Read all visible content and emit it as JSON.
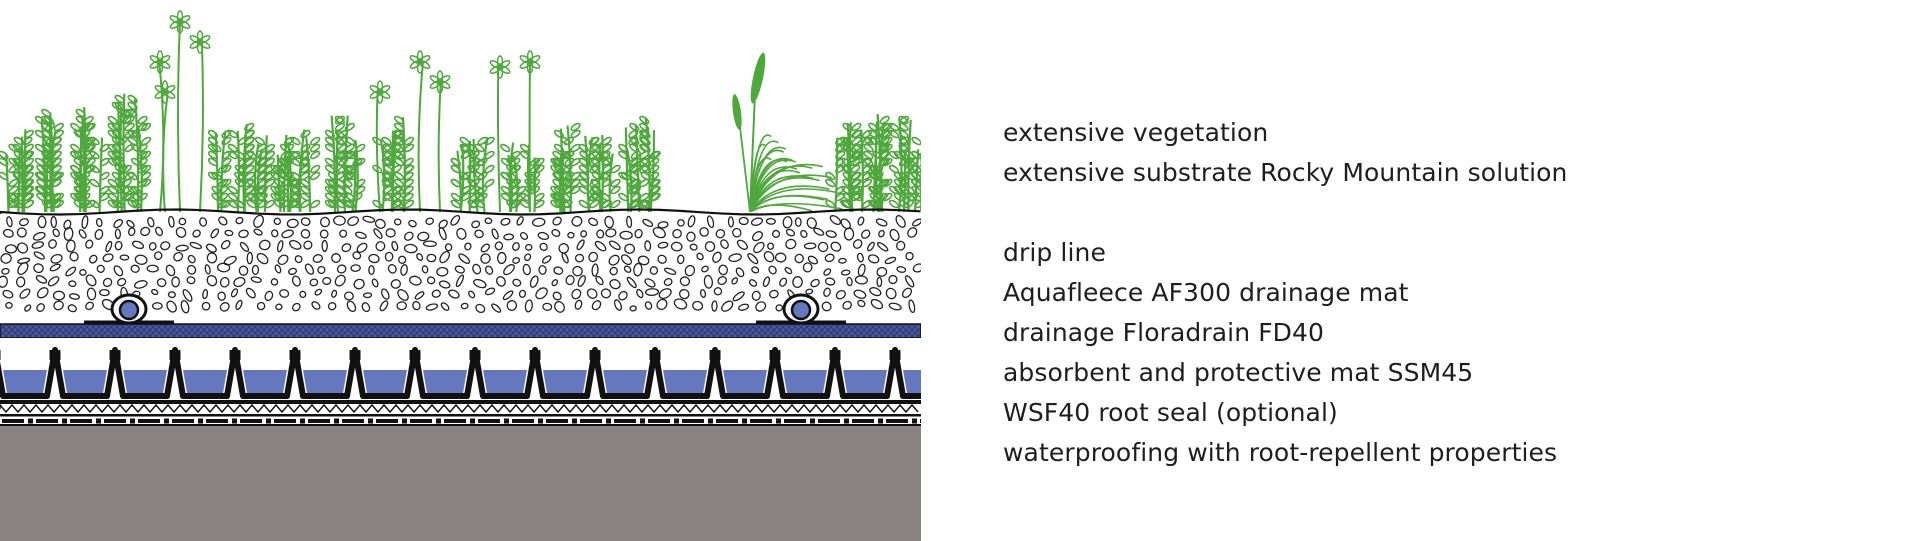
{
  "legend": {
    "items": [
      {
        "label": "extensive vegetation"
      },
      {
        "label": "extensive substrate Rocky Mountain solution"
      },
      {
        "label": ""
      },
      {
        "label": "drip line"
      },
      {
        "label": "Aquafleece AF300 drainage mat"
      },
      {
        "label": "drainage Floradrain FD40"
      },
      {
        "label": "absorbent and protective mat SSM45"
      },
      {
        "label": "WSF40 root seal (optional)"
      },
      {
        "label": "waterproofing with root-repellent properties"
      }
    ]
  },
  "colors": {
    "vegetation": "#4ea83c",
    "substrate_outline": "#222222",
    "fleece_blue": "#4a5a9e",
    "water_blue": "#6577bd",
    "concrete": "#8a8584",
    "line": "#111111"
  }
}
